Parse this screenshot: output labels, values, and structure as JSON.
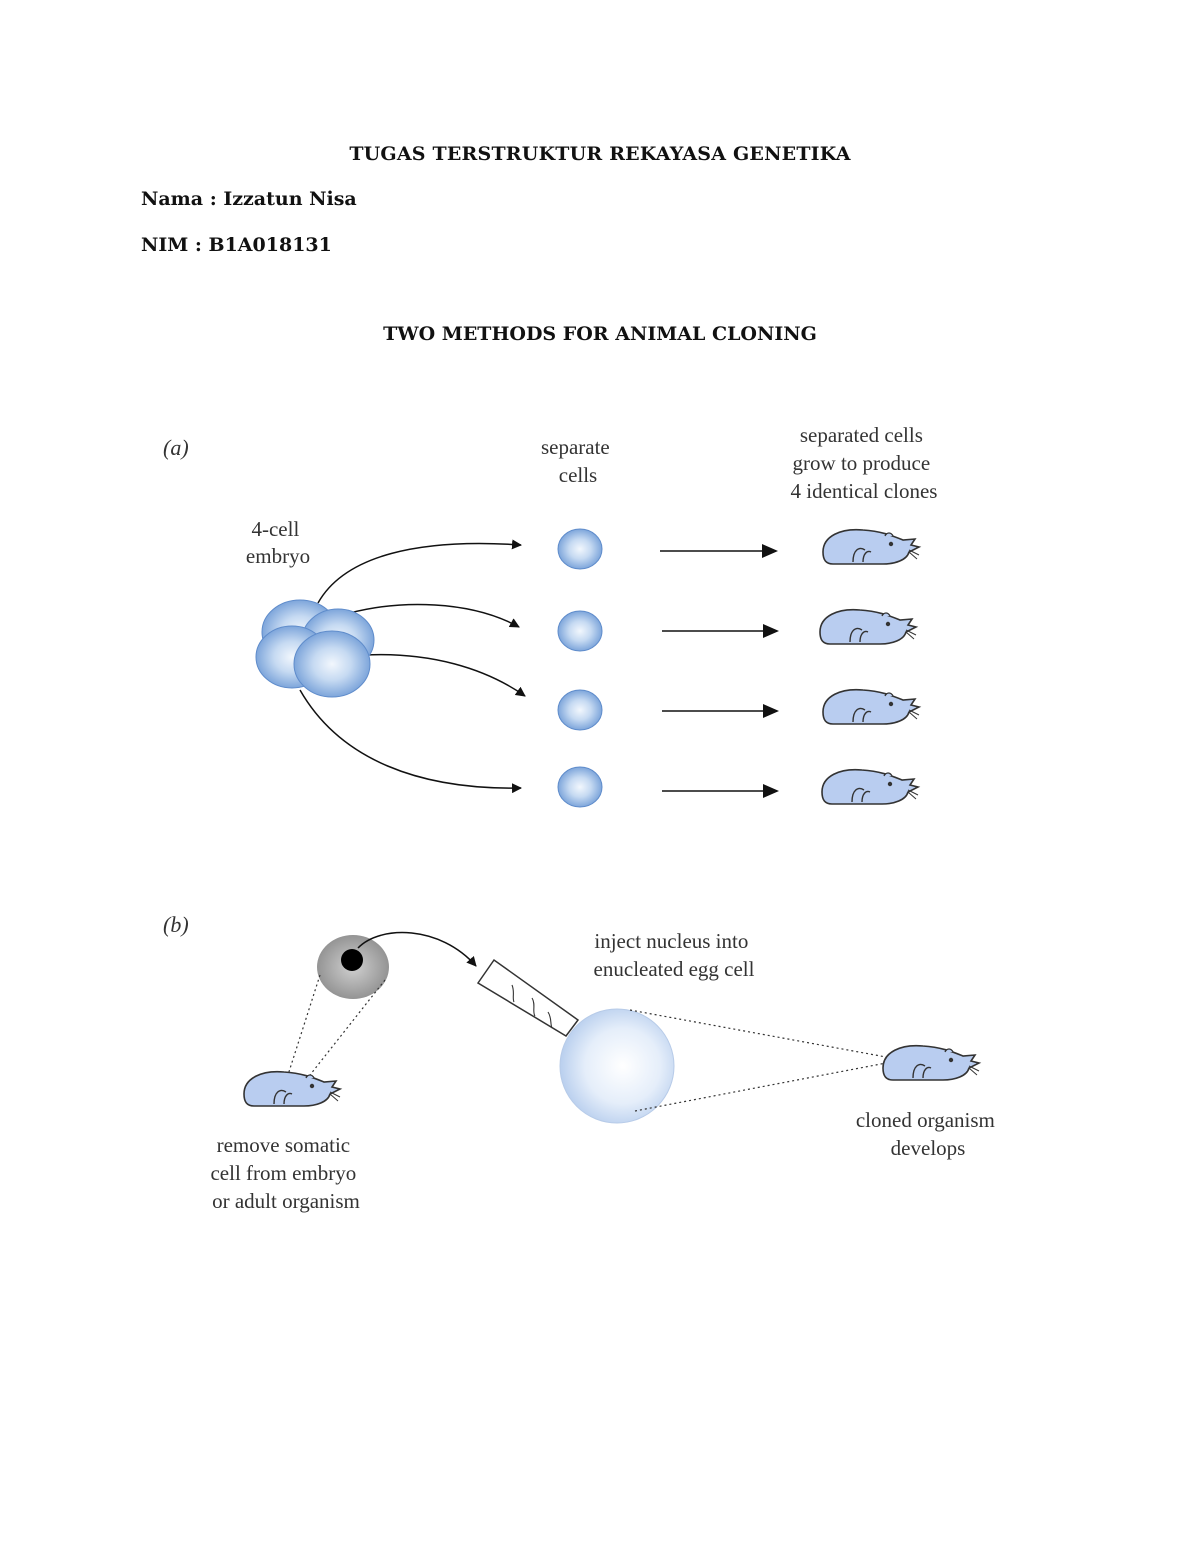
{
  "document": {
    "title": "TUGAS TERSTRUKTUR REKAYASA GENETIKA",
    "name_line": "Nama : Izzatun Nisa",
    "nim_line": "NIM : B1A018131",
    "subtitle": "TWO METHODS FOR ANIMAL CLONING"
  },
  "figure": {
    "panel_a": {
      "label": "(a)",
      "embryo_label": [
        "4-cell",
        "embryo"
      ],
      "separate_label": [
        "separate",
        "cells"
      ],
      "clones_label": [
        "separated cells",
        "grow to produce",
        "4 identical clones"
      ]
    },
    "panel_b": {
      "label": "(b)",
      "inject_label": [
        "inject nucleus into",
        "enucleated egg cell"
      ],
      "remove_label": [
        "remove somatic",
        "cell from embryo",
        "or adult organism"
      ],
      "cloned_label": [
        "cloned organism",
        "develops"
      ]
    },
    "colors": {
      "cell_fill": "#8fb4e0",
      "cell_highlight": "#eaf2fc",
      "animal_fill": "#b9cdf0",
      "egg_fill": "#dce8f8",
      "somatic_gray": "#9a9a9a"
    }
  }
}
